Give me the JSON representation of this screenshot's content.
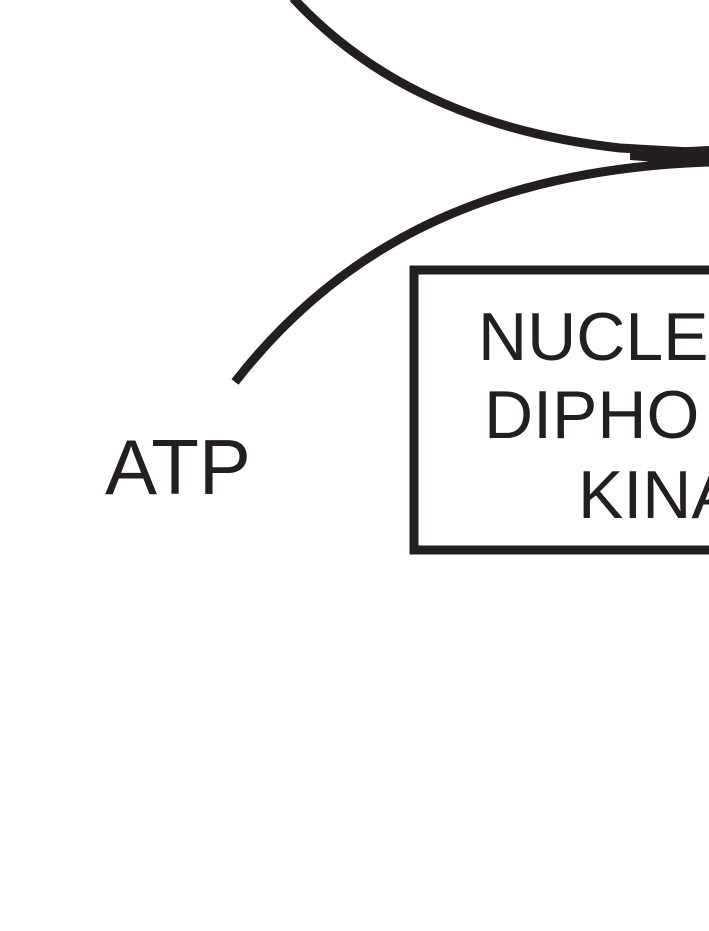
{
  "substrate": {
    "label": "ATP"
  },
  "enzyme": {
    "lines": [
      "NUCLE",
      "DIPHO",
      "KINA"
    ]
  },
  "colors": {
    "ink": "#231f20",
    "background": "#ffffff"
  }
}
